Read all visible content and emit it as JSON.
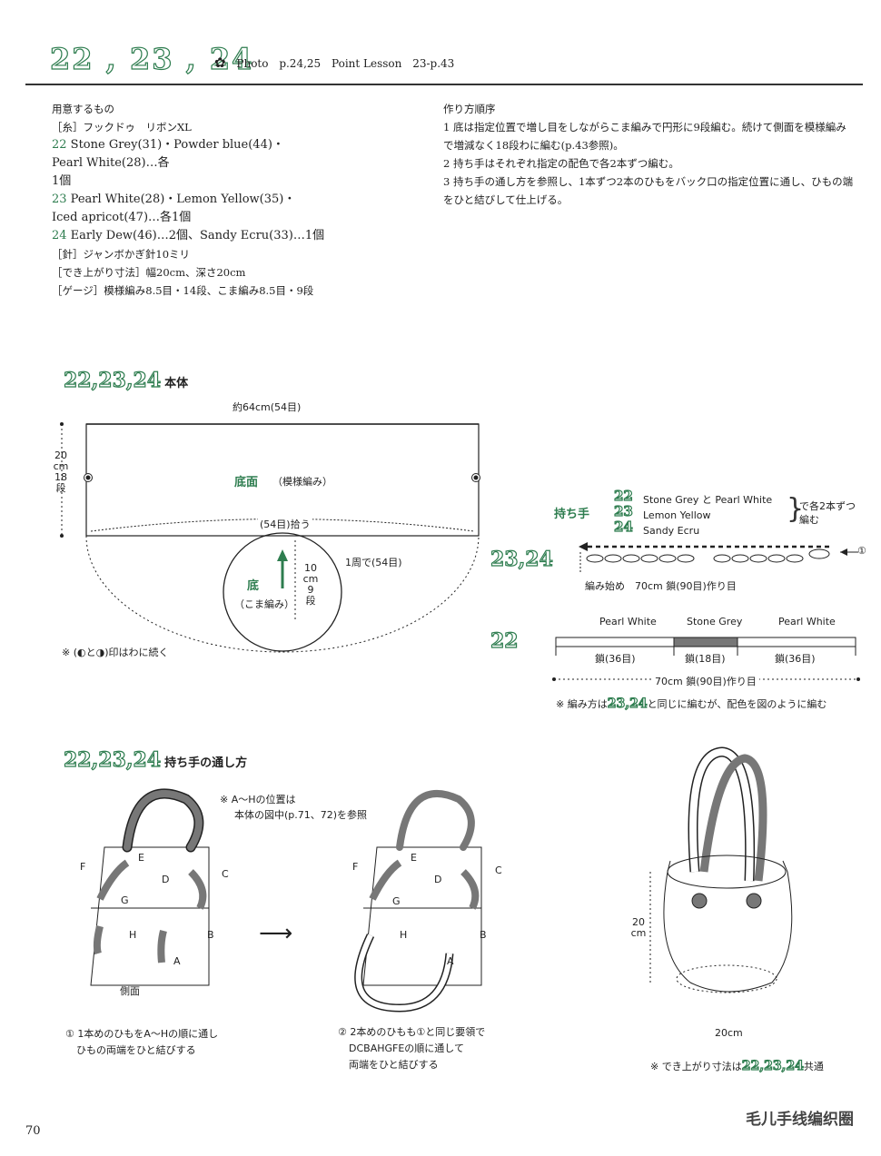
{
  "header": {
    "numbers": "22 , 23 , 24",
    "photo_label": "Photo",
    "photo_pages": "p.24,25",
    "lesson_label": "Point Lesson",
    "lesson_pages": "23-p.43"
  },
  "materials": {
    "heading": "用意するもの",
    "yarn_label": "［糸］フックドゥ　リボンXL",
    "l22_num": "22",
    "l22a": " Stone Grey(31)・Powder blue(44)・",
    "l22b": "Pearl White(28)…各",
    "l22c": "1個",
    "l23_num": "23",
    "l23a": " Pearl White(28)・Lemon Yellow(35)・",
    "l23b": " Iced apricot(47)…各1個",
    "l24_num": "24",
    "l24a": " Early Dew(46)…2個、Sandy Ecru(33)…1個",
    "needle": "［針］ジャンボかぎ針10ミリ",
    "size": "［でき上がり寸法］幅20cm、深さ20cm",
    "gauge": "［ゲージ］模様編み8.5目・14段、こま編み8.5目・9段"
  },
  "steps": {
    "heading": "作り方順序",
    "s1a": "1 底は指定位置で増し目をしながらこま編みで円形に9段編む。続けて側面を模様編み",
    "s1b": "で増減なく18段わに編む(p.43参照)。",
    "s2": "2 持ち手はそれぞれ指定の配色で各2本ずつ編む。",
    "s3a": "3 持ち手の通し方を参照し、1本ずつ2本のひもをバック口の指定位置に通し、ひもの端",
    "s3b": "をひと結びして仕上げる。"
  },
  "body_diagram": {
    "title_nums": "22,23,24",
    "title_jp": "本体",
    "width": "約64cm(54目)",
    "height_cm": "20",
    "height_unit": "cm",
    "height_rows": "18",
    "height_dan": "段",
    "side_label": "底面",
    "side_pattern": "（模様編み）",
    "pickup": "(54目)拾う",
    "round": "1周で(54目)",
    "bottom": "底",
    "bottom_pattern": "（こま編み）",
    "bottom_cm": "10",
    "bottom_unit": "cm",
    "bottom_rows": "9",
    "bottom_dan": "段",
    "note": "※ (◐と◑)印はわに続く"
  },
  "handle_diagram": {
    "title": "持ち手",
    "n22": "22",
    "n23": "23",
    "n24": "24",
    "c22": "Stone Grey と Pearl White",
    "c23": "Lemon Yellow",
    "c24": "Sandy Ecru",
    "each": "で各2本ずつ",
    "knit": "編む",
    "label_2324": "23,24",
    "arrow_label": "①",
    "chain_label": "編み始め　70cm 鎖(90目)作り目",
    "label_22": "22",
    "seg1": "Pearl White",
    "seg2": "Stone Grey",
    "seg3": "Pearl White",
    "seg1_ch": "鎖(36目)",
    "seg2_ch": "鎖(18目)",
    "seg3_ch": "鎖(36目)",
    "total": "70cm 鎖(90目)作り目",
    "note_a": "※ 編み方は",
    "note_nums": "23,24",
    "note_b": "と同じに編むが、配色を図のように編む"
  },
  "threading": {
    "title_nums": "22,23,24",
    "title_jp": "持ち手の通し方",
    "note1": "※ A～Hの位置は",
    "note2": "本体の図中(p.71、72)を参照",
    "side": "側面",
    "letters": [
      "A",
      "B",
      "C",
      "D",
      "E",
      "F",
      "G",
      "H"
    ],
    "step1a": "① 1本めのひもをA～Hの順に通し",
    "step1b": "ひもの両端をひと結びする",
    "step2a": "② 2本めのひもも①と同じ要領で",
    "step2b": "DCBAHGFEの順に通して",
    "step2c": "両端をひと結びする"
  },
  "finished": {
    "height": "20",
    "height_unit": "cm",
    "width": "20cm",
    "note_a": "※ でき上がり寸法は",
    "note_nums": "22,23,24",
    "note_b": "共通"
  },
  "page_number": "70",
  "watermark": "毛儿手线编织圈",
  "colors": {
    "accent": "#2e7d4f",
    "grey_yarn": "#777777"
  }
}
